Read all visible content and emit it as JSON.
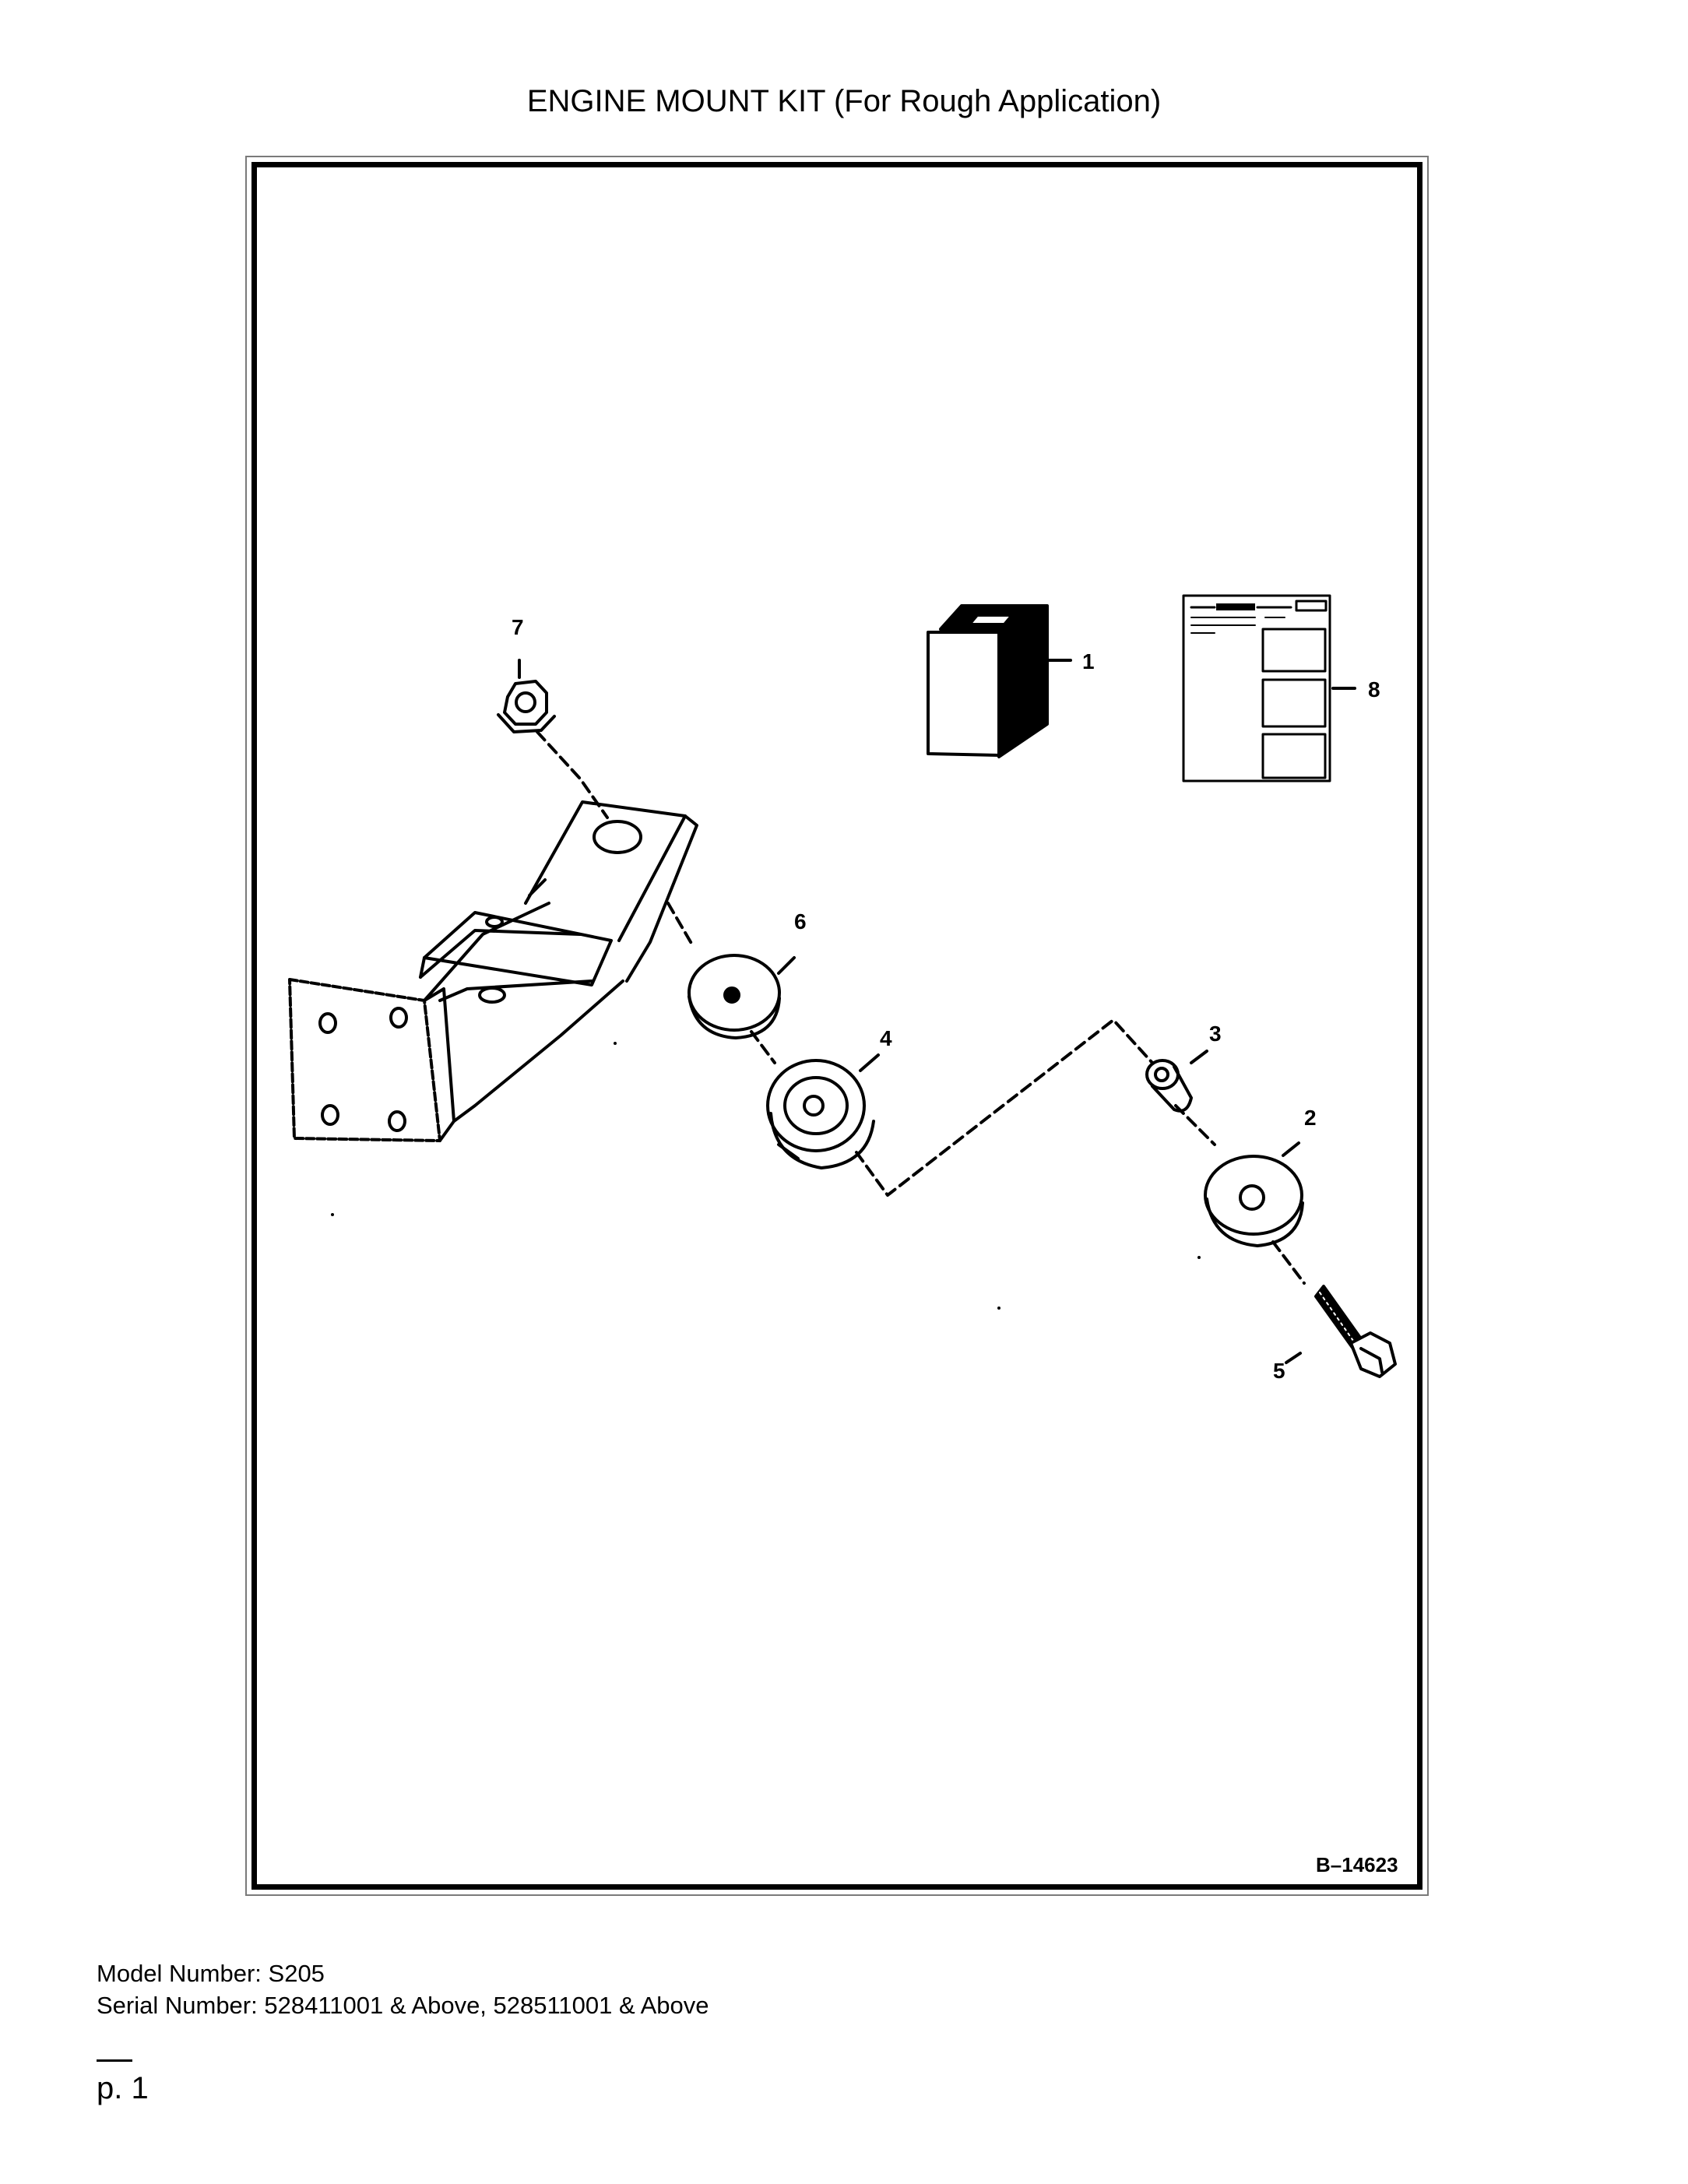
{
  "title": "ENGINE MOUNT KIT (For Rough Application)",
  "figure": {
    "id": "B–14623",
    "callouts": [
      {
        "label": "1",
        "part": "decal-pack-icon"
      },
      {
        "label": "2",
        "part": "lower-isolator-icon"
      },
      {
        "label": "3",
        "part": "sleeve-icon"
      },
      {
        "label": "4",
        "part": "upper-isolator-icon"
      },
      {
        "label": "5",
        "part": "bolt-icon"
      },
      {
        "label": "6",
        "part": "washer-icon"
      },
      {
        "label": "7",
        "part": "nut-icon"
      },
      {
        "label": "8",
        "part": "instruction-sheet-icon"
      }
    ]
  },
  "footer": {
    "model": "Model Number: S205",
    "serial": "Serial Number: 528411001 & Above, 528511001 & Above",
    "page": "p. 1"
  }
}
